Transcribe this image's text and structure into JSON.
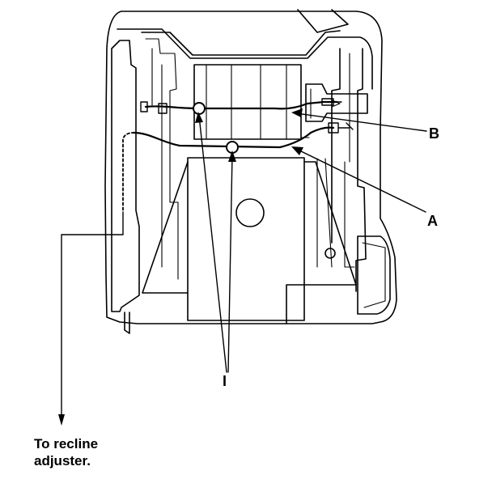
{
  "diagram": {
    "callouts": {
      "b": "B",
      "a": "A",
      "i": "I"
    },
    "caption": {
      "line1": "To recline",
      "line2": "adjuster."
    },
    "parts": {
      "cable_b": "upper cable",
      "cable_a": "lower cable",
      "clips_i": "clips",
      "lead": "recline adjuster lead"
    },
    "colors": {
      "ink": "#000000",
      "paper": "#ffffff"
    }
  }
}
